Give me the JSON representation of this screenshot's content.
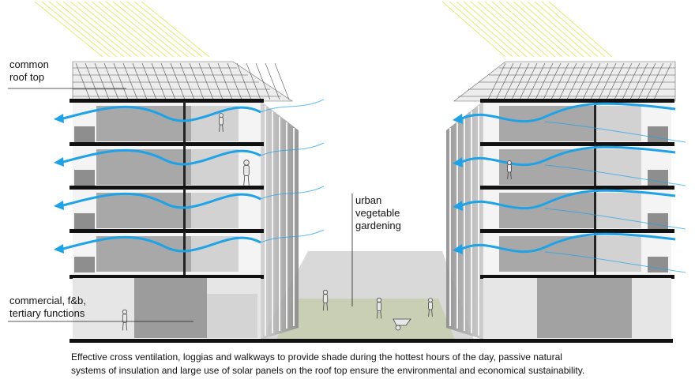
{
  "labels": {
    "roof_line1": "common",
    "roof_line2": "roof top",
    "garden_line1": "urban",
    "garden_line2": "vegetable",
    "garden_line3": "gardening",
    "ground_line1": "commercial, f&b,",
    "ground_line2": "tertiary functions"
  },
  "caption": {
    "line1": "Effective cross ventilation, loggias and walkways to provide shade during the hottest hours of the day, passive natural",
    "line2": "systems of insulation and large use of solar panels on the roof top ensure the environmental and economical sustainability."
  },
  "colors": {
    "sun_rays": "#e3ec6a",
    "airflow": "#1fa3e6",
    "slab": "#111111",
    "wall_grey": "#9a9a9a",
    "garden": "#c8cfb4",
    "shadow": "#b5b5b5"
  },
  "icons": {
    "sun": "sun-rays-icon",
    "air": "airflow-arrow-icon",
    "person": "person-figure-icon"
  }
}
